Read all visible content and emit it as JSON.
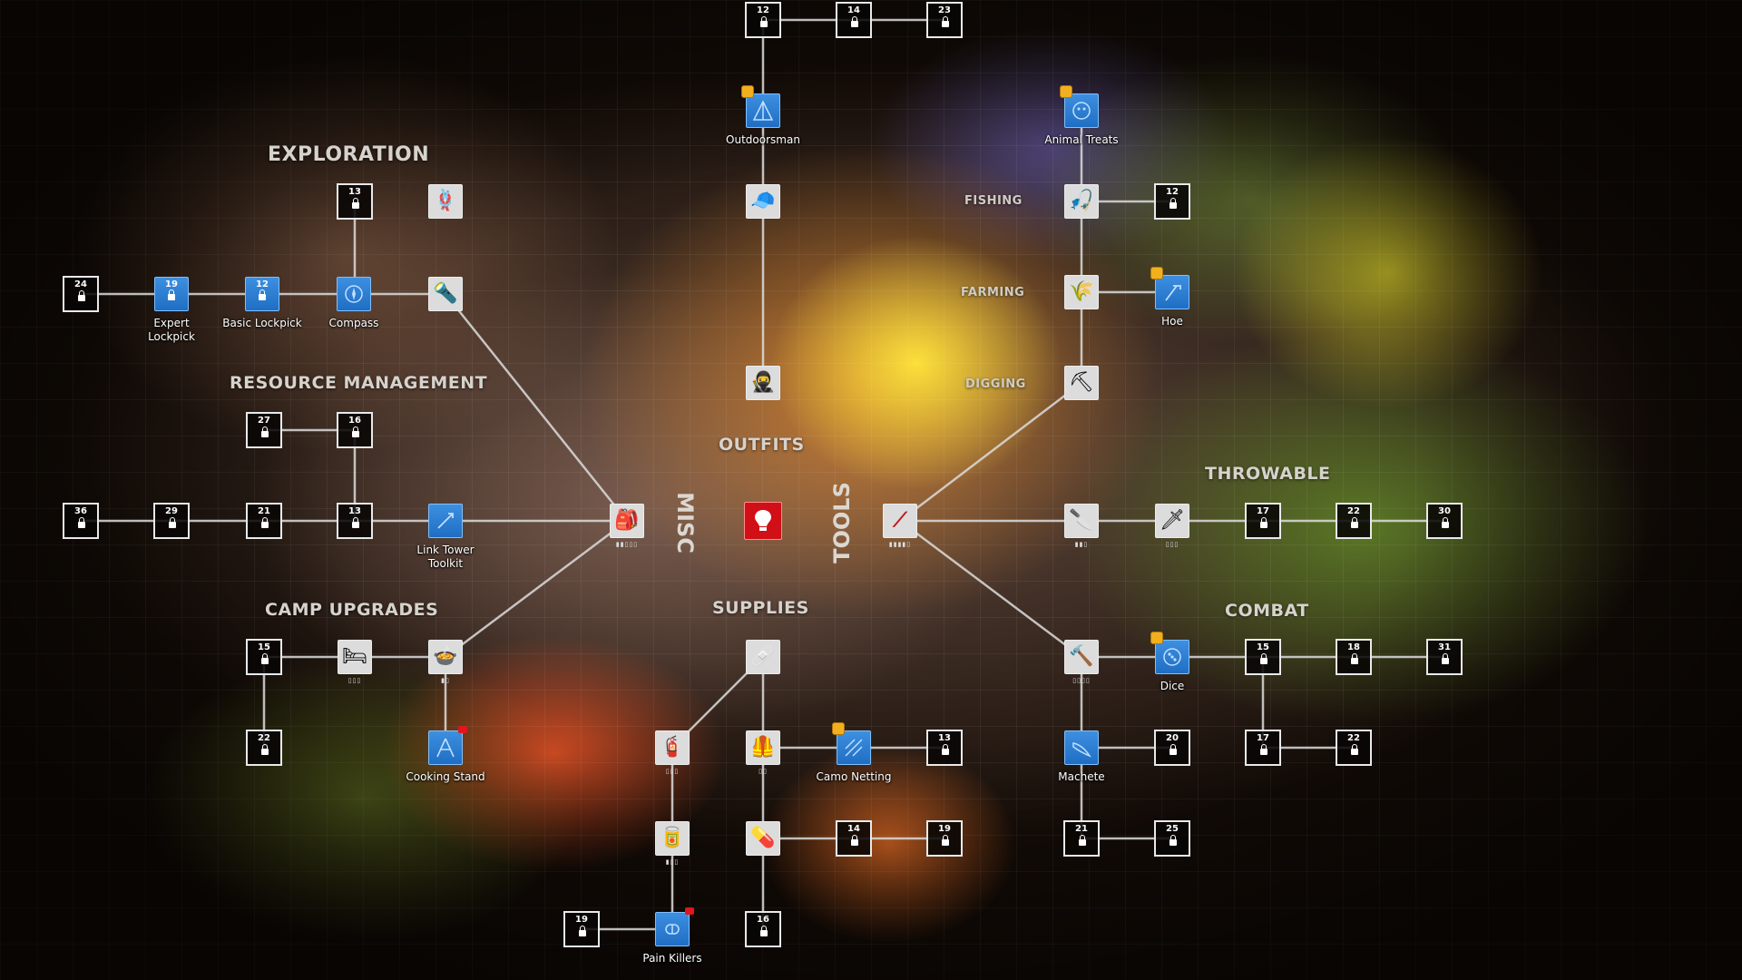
{
  "categories": {
    "exploration": "EXPLORATION",
    "resource_management": "RESOURCE MANAGEMENT",
    "camp_upgrades": "CAMP UPGRADES",
    "outfits": "OUTFITS",
    "supplies": "SUPPLIES",
    "throwable": "THROWABLE",
    "combat": "COMBAT",
    "misc": "MISC",
    "tools": "TOOLS",
    "fishing": "FISHING",
    "farming": "FARMING",
    "digging": "DIGGING"
  },
  "nodes": {
    "outfit_lock_1": {
      "level": "12"
    },
    "outfit_lock_2": {
      "level": "14"
    },
    "outfit_lock_3": {
      "level": "23"
    },
    "outdoorsman": {
      "label": "Outdoorsman",
      "icon": "tent-blueprint-icon"
    },
    "outfit_cap": {
      "icon": "cap-icon"
    },
    "outfit_suit": {
      "icon": "outfit-icon"
    },
    "animal_treats": {
      "label": "Animal Treats",
      "icon": "animal-treats-blueprint-icon"
    },
    "fishing_rod": {
      "icon": "fishing-rod-icon"
    },
    "fishing_lock": {
      "level": "12"
    },
    "farming_seeds": {
      "icon": "seed-bag-icon"
    },
    "hoe": {
      "label": "Hoe",
      "icon": "hoe-blueprint-icon"
    },
    "digging_shovel": {
      "icon": "shovel-icon"
    },
    "explore_lock_top": {
      "level": "13"
    },
    "explore_rope": {
      "icon": "rope-icon"
    },
    "explore_lock_far": {
      "level": "24"
    },
    "expert_lockpick": {
      "label": "Expert Lockpick",
      "level": "19",
      "icon": "lockpick-blueprint-icon"
    },
    "basic_lockpick": {
      "label": "Basic Lockpick",
      "level": "12",
      "icon": "lockpick-blueprint-icon"
    },
    "compass": {
      "label": "Compass",
      "icon": "compass-blueprint-icon"
    },
    "flashlight": {
      "icon": "flashlight-icon"
    },
    "res_lock_a": {
      "level": "27"
    },
    "res_lock_b": {
      "level": "16"
    },
    "res_lock_c": {
      "level": "36"
    },
    "res_lock_d": {
      "level": "29"
    },
    "res_lock_e": {
      "level": "21"
    },
    "res_lock_f": {
      "level": "13"
    },
    "link_tower_toolkit": {
      "label": "Link Tower Toolkit",
      "icon": "toolkit-blueprint-icon"
    },
    "misc_backpack": {
      "icon": "backpack-icon",
      "pips": "▮▮▯▯▯"
    },
    "center_bulb": {
      "icon": "lightbulb-icon"
    },
    "tools_crowbar": {
      "icon": "crowbar-icon",
      "pips": "▮▮▮▮▯"
    },
    "throw_knife": {
      "icon": "knife-icon",
      "pips": "▮▮▯"
    },
    "throw_claw": {
      "icon": "claw-icon",
      "pips": "▯▯▯"
    },
    "throw_lock_1": {
      "level": "17"
    },
    "throw_lock_2": {
      "level": "22"
    },
    "throw_lock_3": {
      "level": "30"
    },
    "camp_lock_a": {
      "level": "15"
    },
    "camp_sleeping_bag": {
      "icon": "sleeping-bag-icon",
      "pips": "▯▯▯"
    },
    "camp_pot": {
      "icon": "cooking-pot-icon",
      "pips": "▮▯"
    },
    "camp_lock_b": {
      "level": "22"
    },
    "cooking_stand": {
      "label": "Cooking Stand",
      "icon": "cooking-stand-blueprint-icon"
    },
    "supplies_bandage": {
      "icon": "bandage-icon"
    },
    "supplies_medkit": {
      "icon": "medkit-icon",
      "pips": "▯▯▯"
    },
    "supplies_armor": {
      "icon": "armor-icon",
      "pips": "▯▯"
    },
    "camo_netting": {
      "label": "Camo Netting",
      "icon": "camo-netting-blueprint-icon"
    },
    "supplies_lock_a": {
      "level": "13"
    },
    "supplies_canister": {
      "icon": "canister-icon",
      "pips": "▮▯▯"
    },
    "supplies_pills": {
      "icon": "pills-icon"
    },
    "supplies_lock_b": {
      "level": "14"
    },
    "supplies_lock_c": {
      "level": "19"
    },
    "supplies_lock_d": {
      "level": "19"
    },
    "pain_killers": {
      "label": "Pain Killers",
      "icon": "pain-killers-blueprint-icon"
    },
    "supplies_lock_e": {
      "level": "16"
    },
    "combat_hammer": {
      "icon": "hammer-icon",
      "pips": "▯▯▯▯"
    },
    "dice": {
      "label": "Dice",
      "icon": "dice-blueprint-icon"
    },
    "combat_lock_a": {
      "level": "15"
    },
    "combat_lock_b": {
      "level": "18"
    },
    "combat_lock_c": {
      "level": "31"
    },
    "machete": {
      "label": "Machete",
      "icon": "machete-blueprint-icon"
    },
    "combat_lock_d": {
      "level": "20"
    },
    "combat_lock_e": {
      "level": "17"
    },
    "combat_lock_f": {
      "level": "22"
    },
    "combat_lock_g": {
      "level": "21"
    },
    "combat_lock_h": {
      "level": "25"
    }
  },
  "colors": {
    "blueprint": "#2a7fd6",
    "center": "#d10f17",
    "link": "#dcdcdc",
    "badge": "#f2b01e"
  }
}
